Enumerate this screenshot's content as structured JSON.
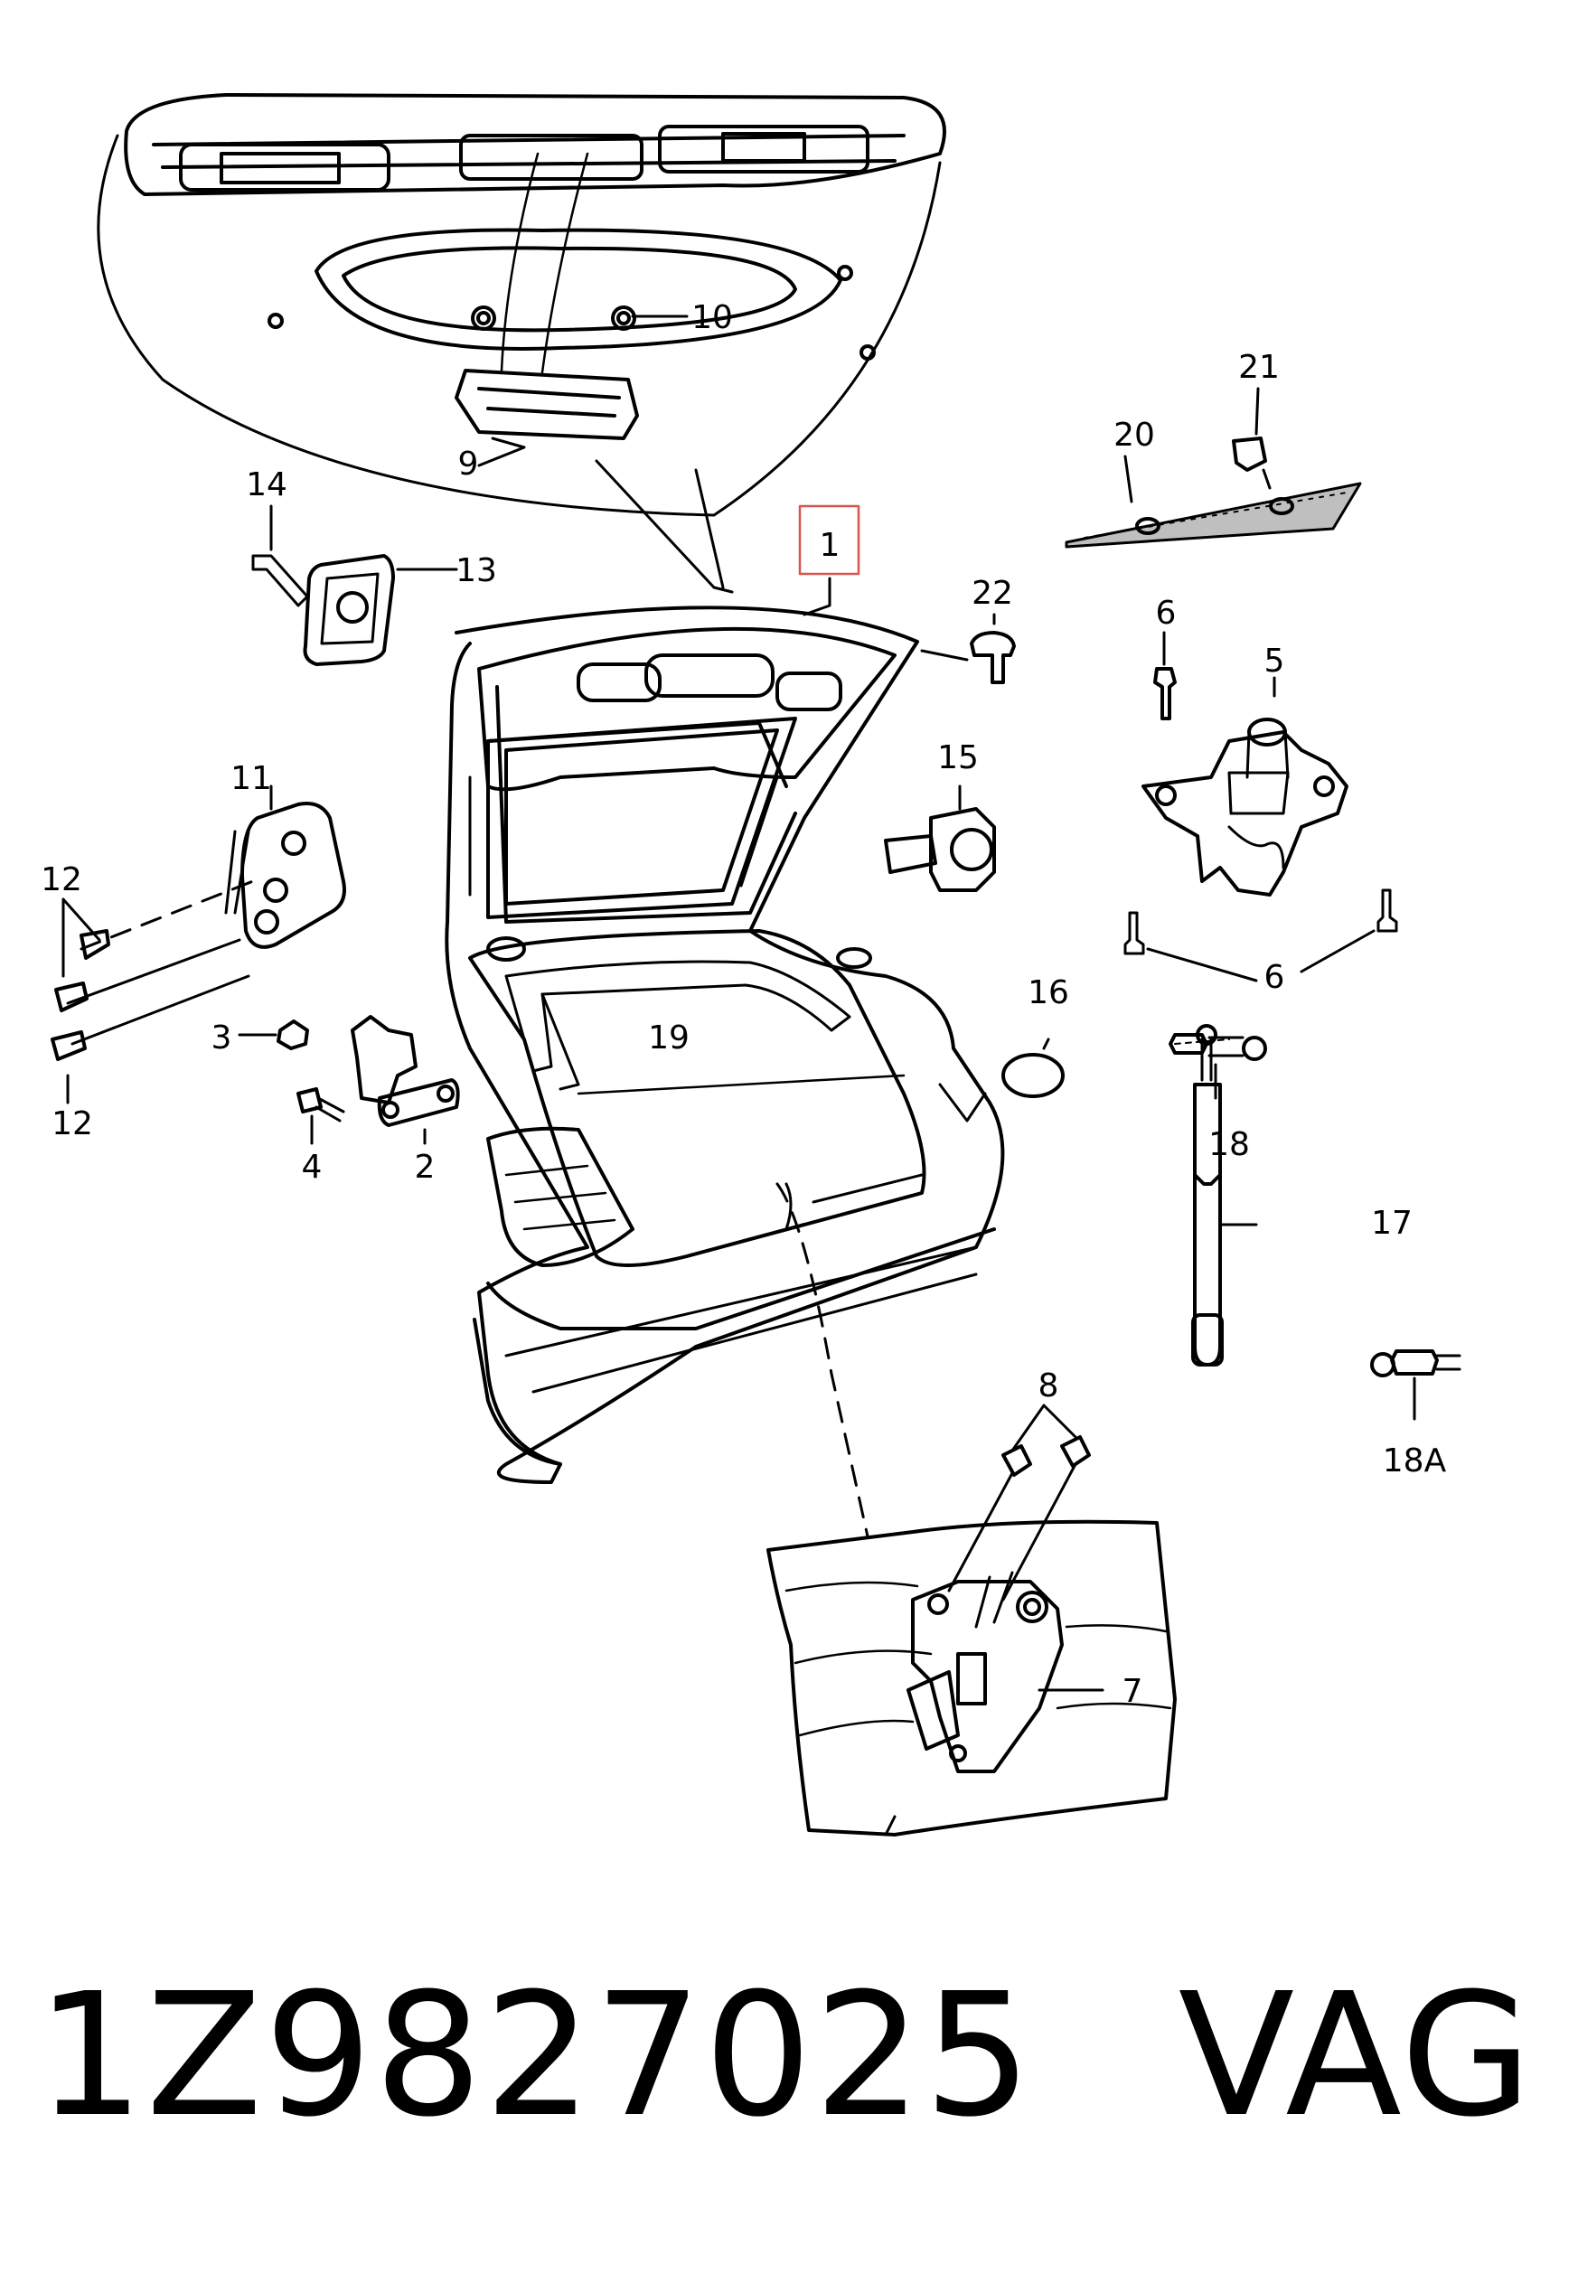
{
  "diagram": {
    "highlight_color": "#d9534f",
    "callouts": {
      "c1": "1",
      "c2": "2",
      "c3": "3",
      "c4": "4",
      "c5": "5",
      "c6a": "6",
      "c6b": "6",
      "c7": "7",
      "c8": "8",
      "c9": "9",
      "c10": "10",
      "c11": "11",
      "c12a": "12",
      "c12b": "12",
      "c13": "13",
      "c14": "14",
      "c15": "15",
      "c16": "16",
      "c17": "17",
      "c18": "18",
      "c18a": "18A",
      "c19": "19",
      "c20": "20",
      "c21": "21",
      "c22": "22"
    }
  },
  "footer": {
    "part_number": "1Z9827025",
    "brand": "VAG"
  }
}
